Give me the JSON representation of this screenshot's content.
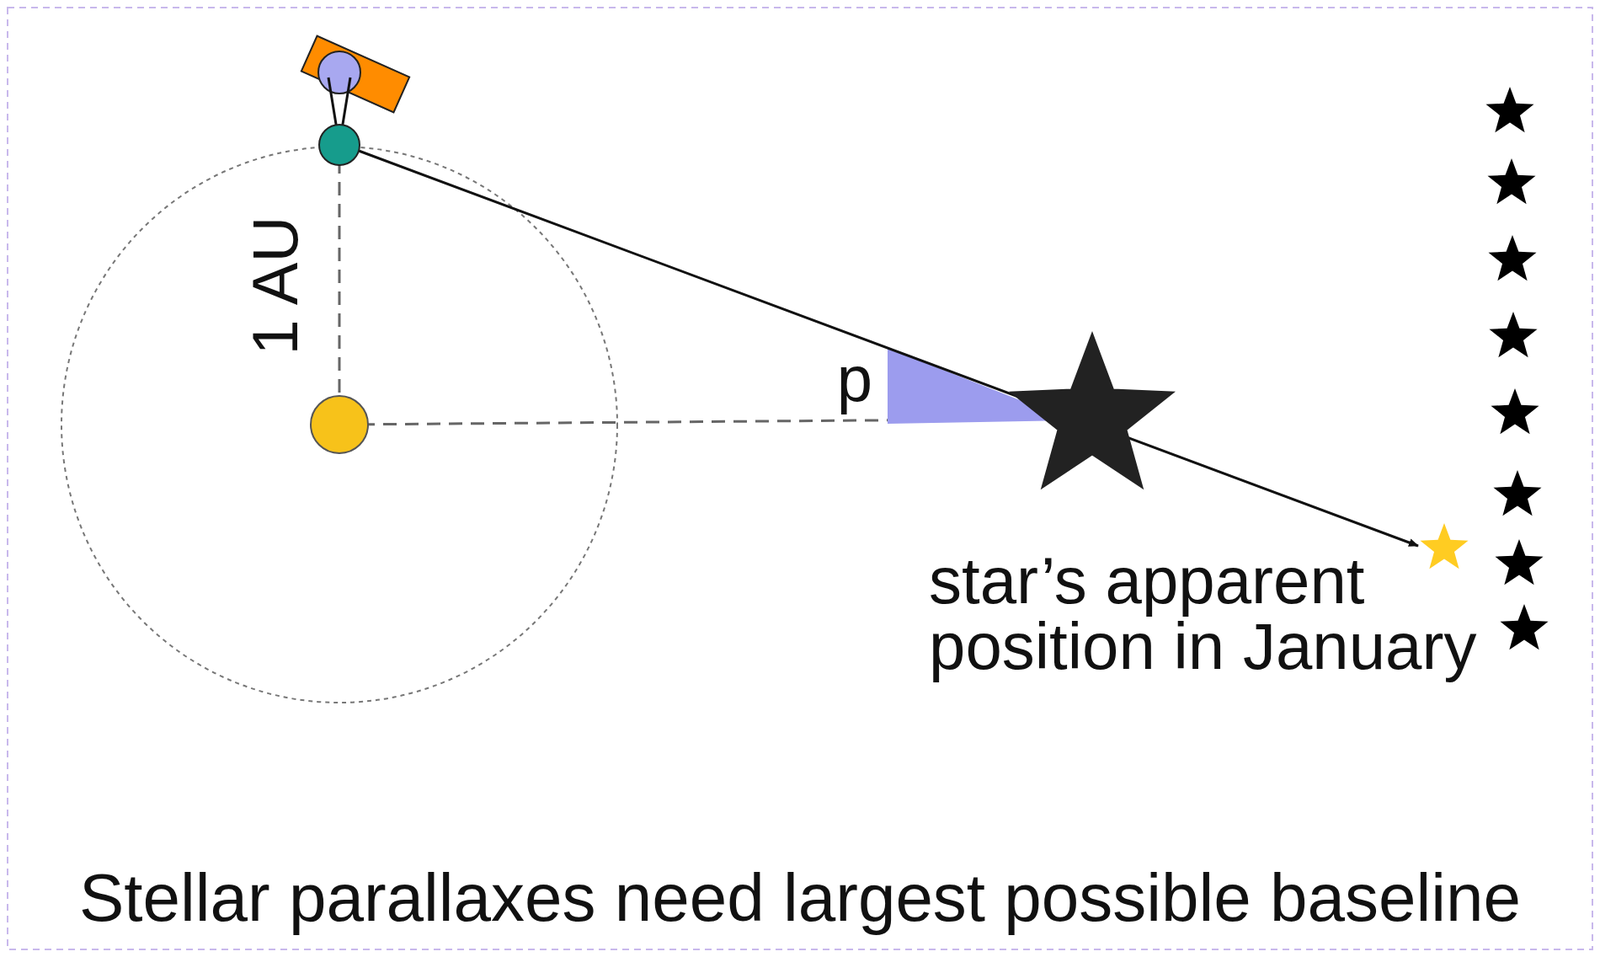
{
  "diagram": {
    "caption": "Stellar parallaxes need largest possible baseline",
    "labels": [
      "1 AU",
      "p",
      "star’s apparent position in January"
    ]
  }
}
